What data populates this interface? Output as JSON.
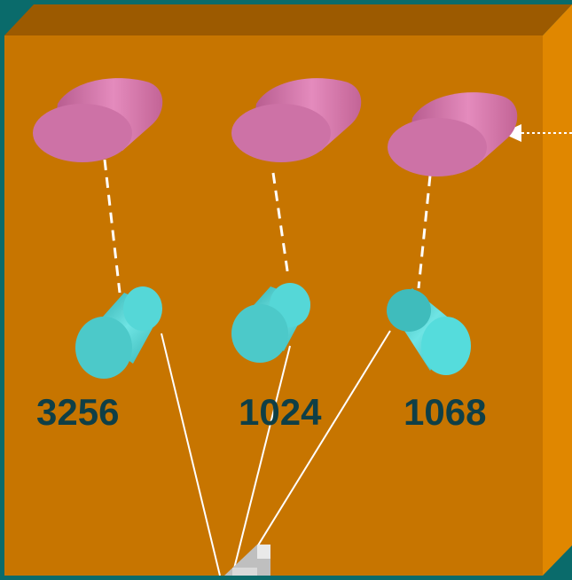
{
  "colors": {
    "background": "#0a6b6b",
    "box_front": "#c77500",
    "box_top": "#9c5a00",
    "box_side": "#e08700",
    "process_disk": "#cf6fa5",
    "socket_cylinder": "#4fd3d3",
    "label": "#0f3f46",
    "link_line": "#ffffff"
  },
  "ports": [
    {
      "number": "3256"
    },
    {
      "number": "1024"
    },
    {
      "number": "1068"
    }
  ],
  "icons": {
    "process": "ellipse-disk-icon",
    "socket": "cylinder-icon",
    "nic": "network-interface-icon",
    "arrow": "dotted-arrow-icon"
  }
}
